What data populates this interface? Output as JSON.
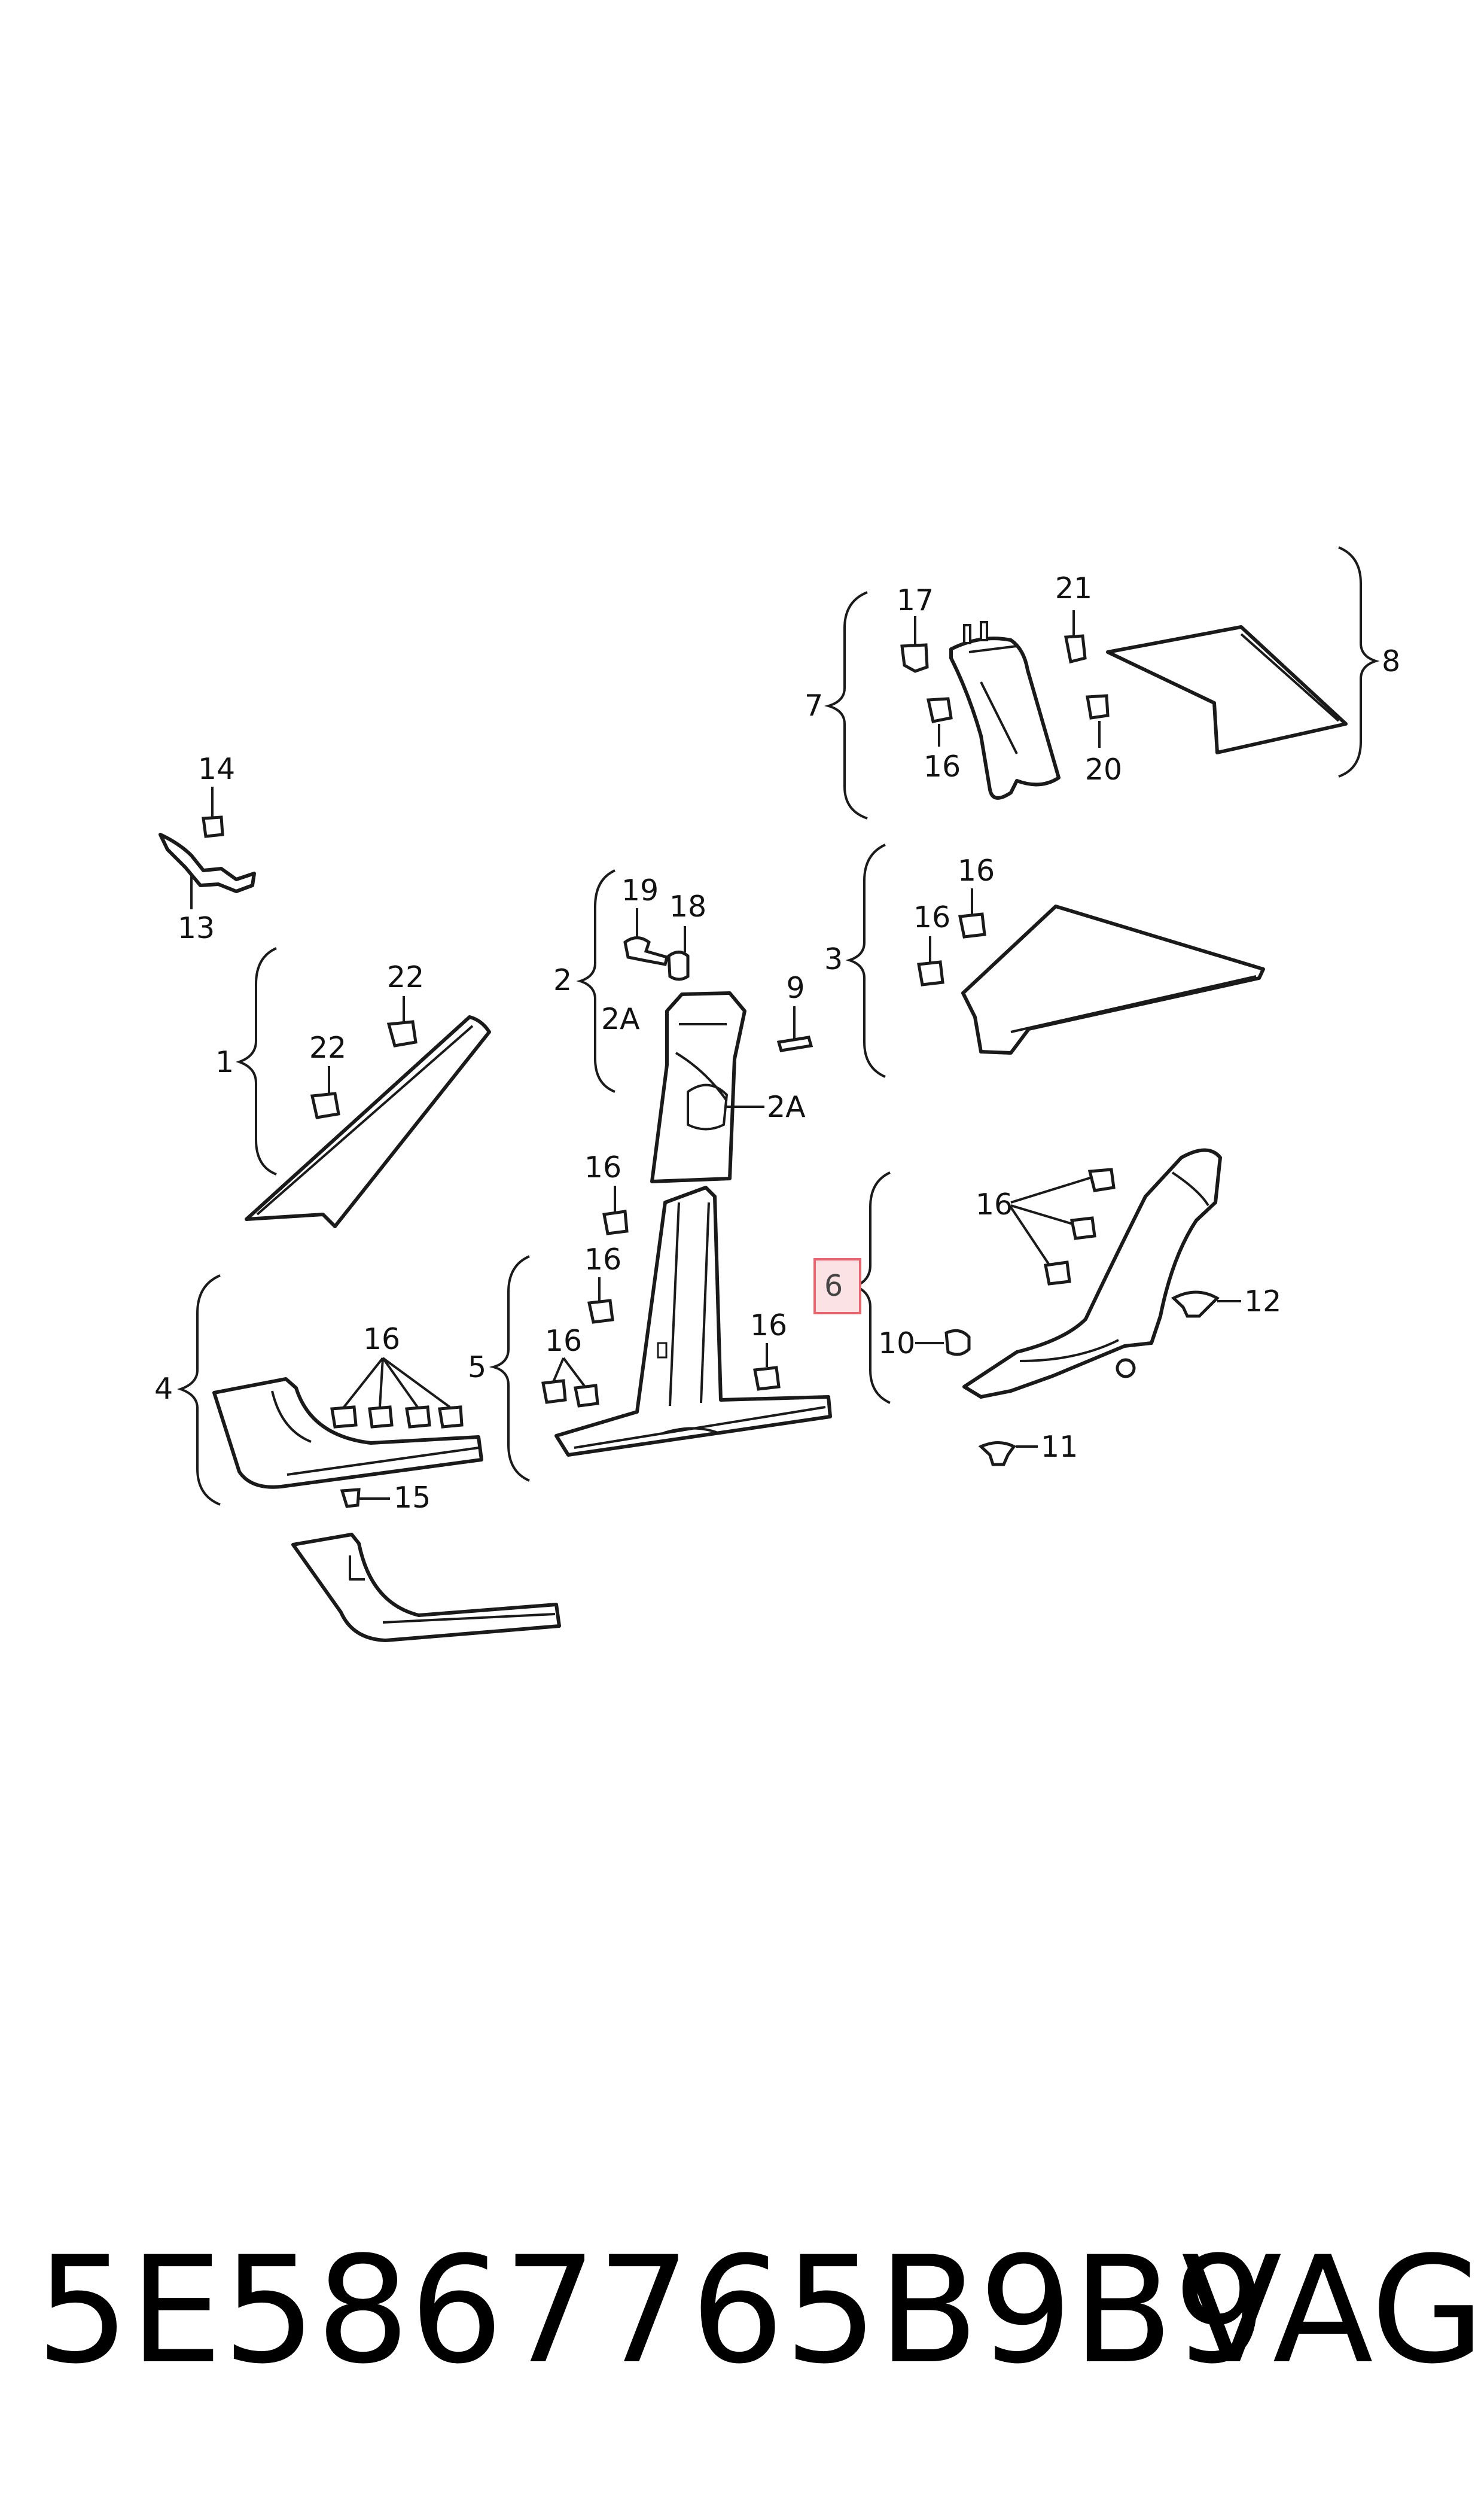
{
  "callouts": {
    "c1": "1",
    "c2": "2",
    "c2a_top": "2A",
    "c2a_side": "2A",
    "c3": "3",
    "c4": "4",
    "c5": "5",
    "c6": "6",
    "c7": "7",
    "c8": "8",
    "c9": "9",
    "c10": "10",
    "c11": "11",
    "c12": "12",
    "c13": "13",
    "c14": "14",
    "c15": "15",
    "c16_7": "16",
    "c16_3a": "16",
    "c16_3b": "16",
    "c16_5a": "16",
    "c16_5b": "16",
    "c16_5c": "16",
    "c16_5d": "16",
    "c16_4": "16",
    "c16_6": "16",
    "c17": "17",
    "c18": "18",
    "c19": "19",
    "c20": "20",
    "c21": "21",
    "c22a": "22",
    "c22b": "22"
  },
  "highlight": {
    "color": "#e8646e",
    "fill": "#fbe3e5"
  },
  "footer": {
    "part_number": "5E5867765B9B9",
    "brand": "VAG"
  }
}
